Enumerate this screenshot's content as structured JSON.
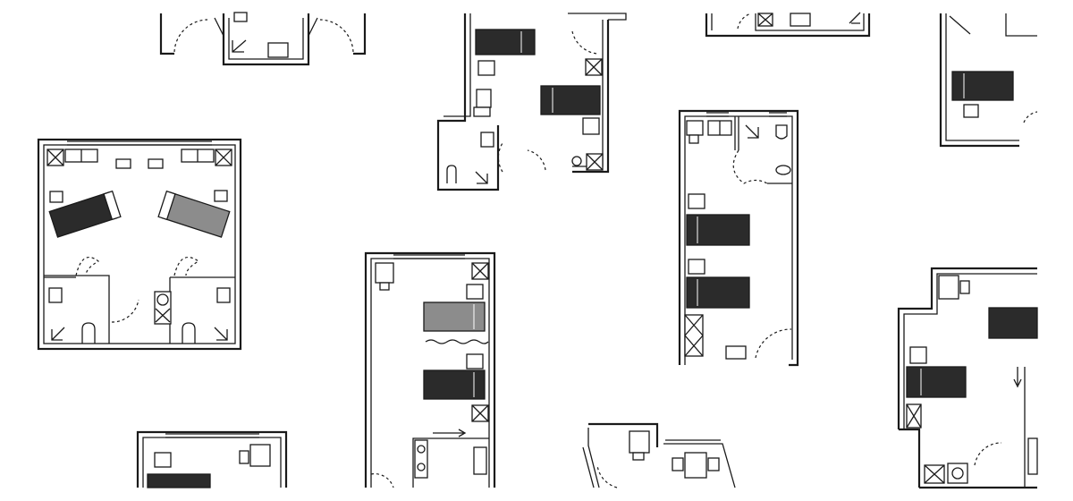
{
  "diagram": {
    "kind": "floor-plan-collection",
    "background": "#ffffff",
    "line_color": "#1a1a1a",
    "bed_dark_color": "#2b2b2b",
    "bed_gray_color": "#8c8c8c",
    "plans": [
      {
        "id": "plan-top-left-partial",
        "beds": 0
      },
      {
        "id": "plan-top-center",
        "beds": 2
      },
      {
        "id": "plan-top-right-partial",
        "beds": 0
      },
      {
        "id": "plan-far-right-top",
        "beds": 1
      },
      {
        "id": "plan-left-double",
        "beds": 2
      },
      {
        "id": "plan-center-tall",
        "beds": 2
      },
      {
        "id": "plan-right-tall",
        "beds": 2
      },
      {
        "id": "plan-bottom-right",
        "beds": 2
      },
      {
        "id": "plan-bottom-left-partial",
        "beds": 1
      },
      {
        "id": "plan-bottom-center-partial",
        "beds": 0
      }
    ]
  }
}
